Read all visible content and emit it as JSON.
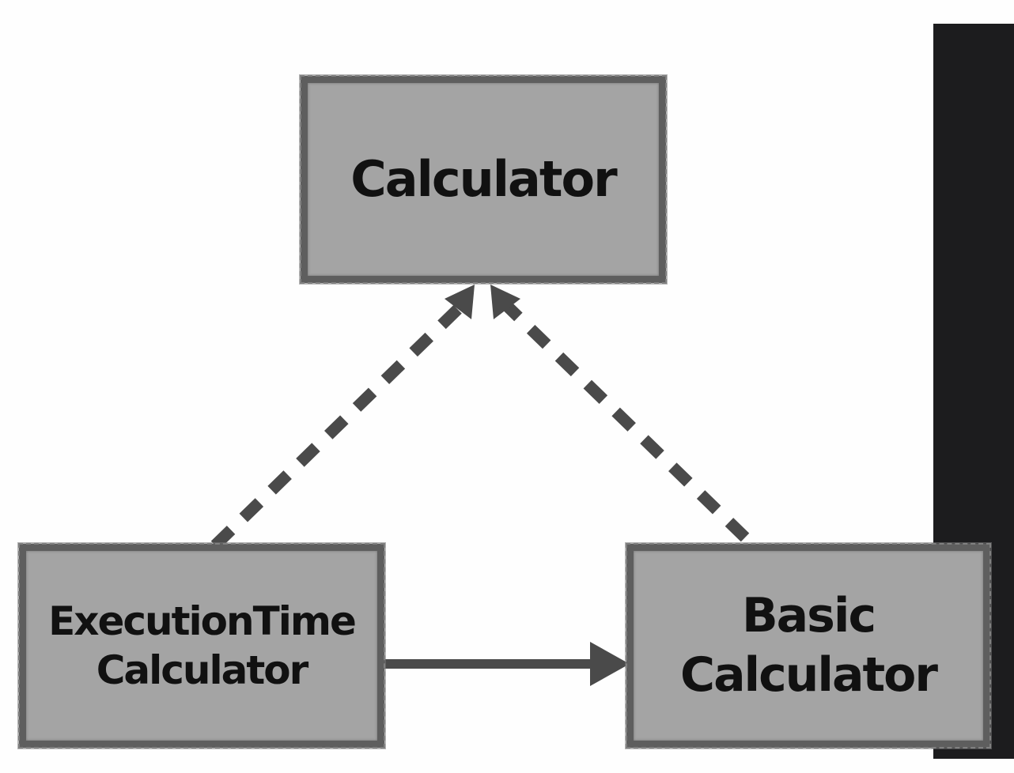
{
  "diagram": {
    "nodes": {
      "calculator": {
        "label": "Calculator"
      },
      "execution_time_calculator": {
        "line1": "ExecutionTime",
        "line2": "Calculator"
      },
      "basic_calculator": {
        "line1": "Basic",
        "line2": "Calculator"
      }
    },
    "edges": [
      {
        "from": "execution_time_calculator",
        "to": "calculator",
        "style": "dashed",
        "arrowhead": "hollow-triangle"
      },
      {
        "from": "basic_calculator",
        "to": "calculator",
        "style": "dashed",
        "arrowhead": "hollow-triangle"
      },
      {
        "from": "execution_time_calculator",
        "to": "basic_calculator",
        "style": "solid",
        "arrowhead": "filled-triangle"
      }
    ]
  },
  "colors": {
    "box_fill": "#a4a4a4",
    "box_border": "#5e5e5e",
    "edge": "#4a4a4a",
    "text": "#111111",
    "side_panel": "#1c1c1e"
  }
}
